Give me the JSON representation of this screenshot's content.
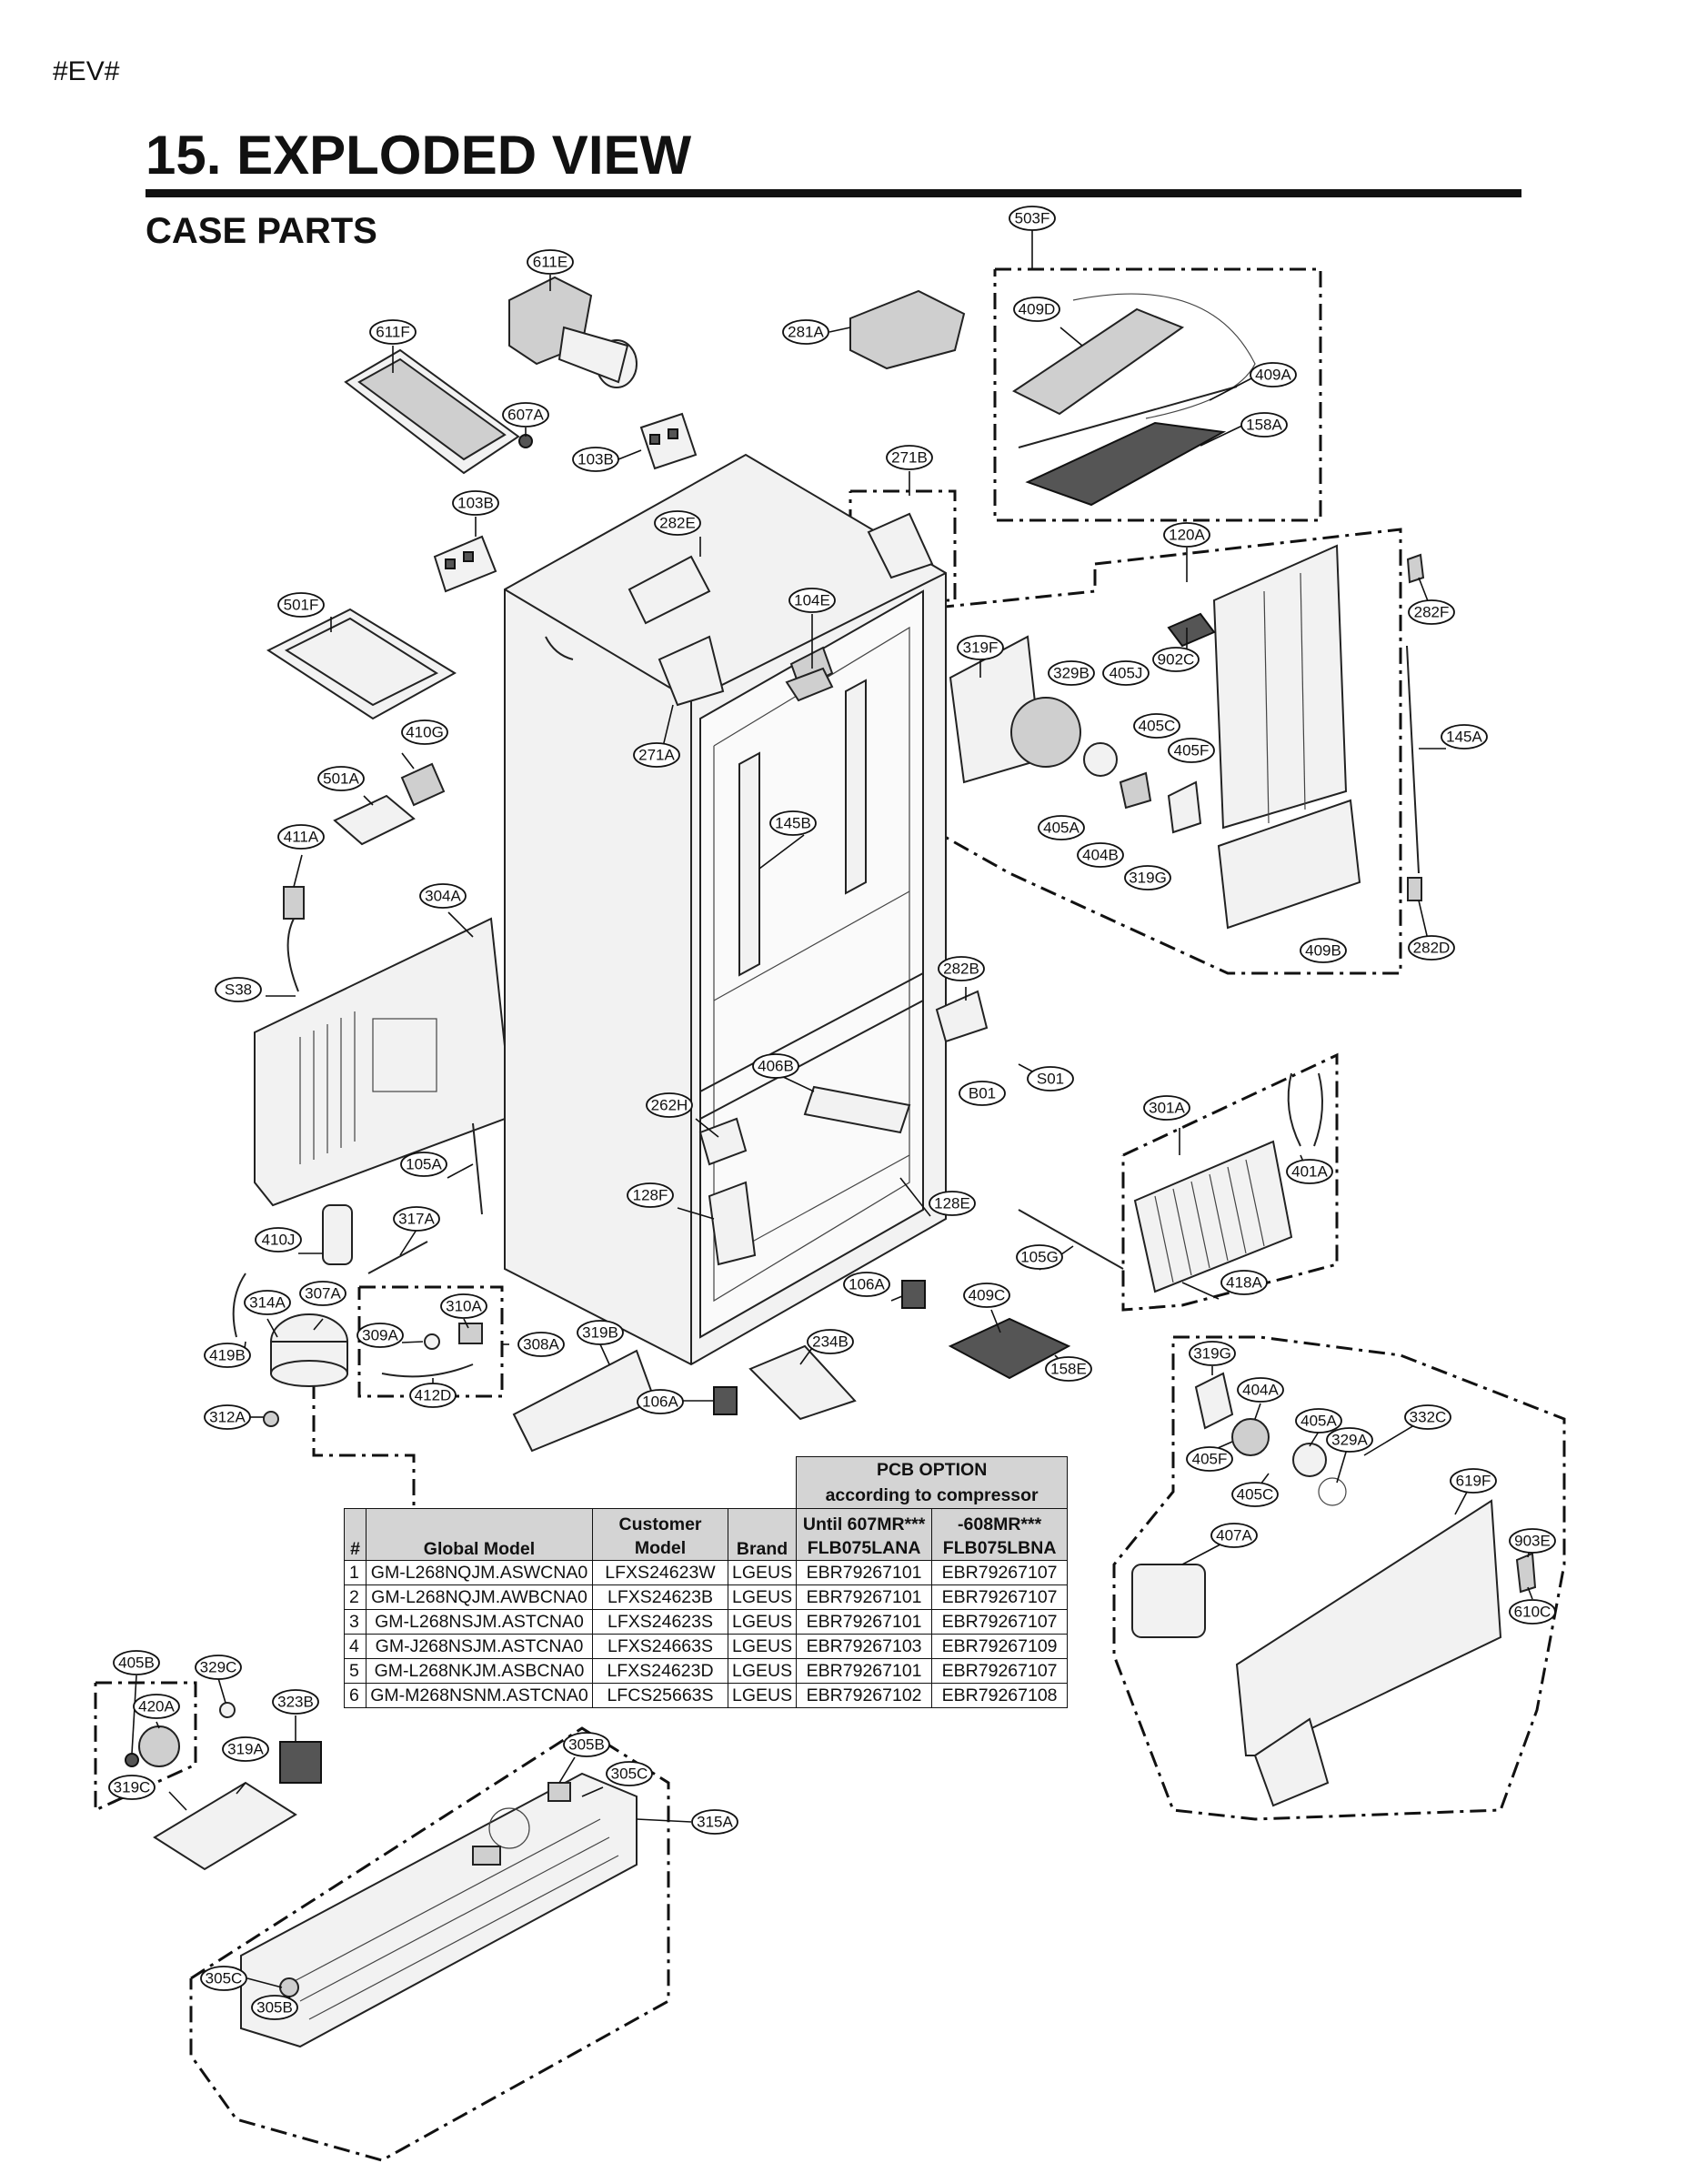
{
  "page_tag": "#EV#",
  "title": "15. EXPLODED VIEW",
  "section": "CASE PARTS",
  "labels": [
    "503F",
    "611E",
    "281A",
    "409D",
    "611F",
    "409A",
    "607A",
    "158A",
    "103B",
    "271B",
    "103B",
    "282E",
    "120A",
    "282F",
    "501F",
    "104E",
    "319F",
    "329B",
    "405J",
    "902C",
    "410G",
    "405C",
    "405F",
    "145A",
    "271A",
    "501A",
    "145B",
    "405A",
    "411A",
    "404B",
    "319G",
    "304A",
    "282D",
    "409B",
    "S38",
    "282B",
    "S01",
    "B01",
    "406B",
    "262H",
    "301A",
    "105A",
    "401A",
    "128F",
    "128E",
    "317A",
    "410J",
    "105G",
    "106A",
    "418A",
    "307A",
    "409C",
    "314A",
    "310A",
    "309A",
    "308A",
    "319B",
    "234B",
    "158E",
    "419B",
    "412D",
    "106A",
    "312A",
    "319G",
    "404A",
    "332C",
    "405A",
    "329A",
    "405F",
    "405C",
    "619F",
    "407A",
    "903E",
    "610C",
    "405B",
    "329C",
    "420A",
    "323B",
    "319A",
    "305B",
    "319C",
    "305C",
    "315A",
    "305C",
    "305B"
  ],
  "pcb_table": {
    "header_top": [
      "PCB OPTION",
      "according to compressor"
    ],
    "columns": [
      "#",
      "Global Model",
      "Customer Model",
      "Brand",
      "Until 607MR*** FLB075LANA",
      "-608MR*** FLB075LBNA"
    ],
    "col_head_1": {
      "num": "#",
      "global": "Global Model",
      "customer_a": "Customer",
      "customer_b": "Model",
      "brand": "Brand",
      "until_a": "Until 607MR***",
      "until_b": "FLB075LANA",
      "after_a": "-608MR***",
      "after_b": "FLB075LBNA"
    },
    "rows": [
      [
        "1",
        "GM-L268NQJM.ASWCNA0",
        "LFXS24623W",
        "LGEUS",
        "EBR79267101",
        "EBR79267107"
      ],
      [
        "2",
        "GM-L268NQJM.AWBCNA0",
        "LFXS24623B",
        "LGEUS",
        "EBR79267101",
        "EBR79267107"
      ],
      [
        "3",
        "GM-L268NSJM.ASTCNA0",
        "LFXS24623S",
        "LGEUS",
        "EBR79267101",
        "EBR79267107"
      ],
      [
        "4",
        "GM-J268NSJM.ASTCNA0",
        "LFXS24663S",
        "LGEUS",
        "EBR79267103",
        "EBR79267109"
      ],
      [
        "5",
        "GM-L268NKJM.ASBCNA0",
        "LFXS24623D",
        "LGEUS",
        "EBR79267101",
        "EBR79267107"
      ],
      [
        "6",
        "GM-M268NSNM.ASTCNA0",
        "LFCS25663S",
        "LGEUS",
        "EBR79267102",
        "EBR79267108"
      ]
    ]
  }
}
